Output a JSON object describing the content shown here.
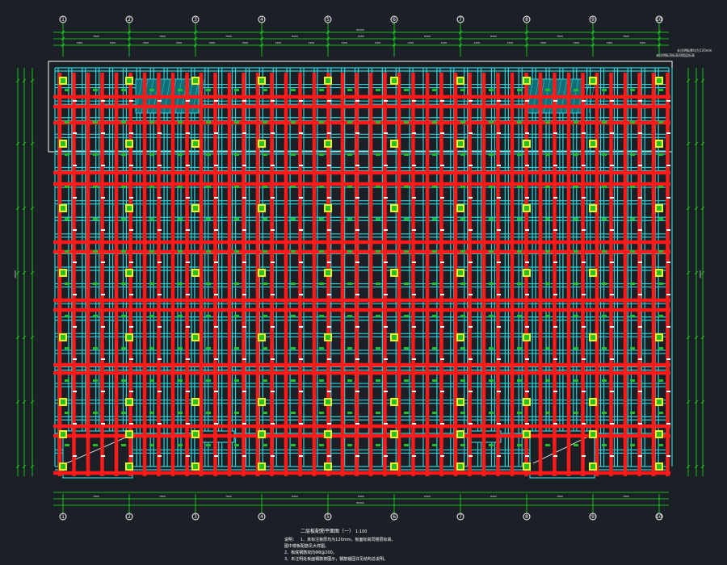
{
  "drawing": {
    "title": "二层板配筋平面图（一）",
    "scale": "1:100",
    "notes_heading": "说明：",
    "notes": [
      "1、未标注板厚均为120mm，板面标高同楼层标高。",
      "图中楼板配筋见大样图。",
      "2、板底钢筋双向Φ8@200。",
      "3、未注明处板面钢筋按图示，钢筋锚固详见结构总说明。"
    ],
    "axes_x": [
      "1",
      "2",
      "3",
      "4",
      "5",
      "6",
      "7",
      "8",
      "9",
      "10"
    ],
    "top_dims_total": "80400",
    "top_dims": [
      "7800",
      "7800",
      "7800",
      "8400",
      "8400",
      "8400",
      "8400",
      "7800",
      "7800"
    ],
    "top_dims_sub": [
      "3900",
      "3900",
      "3900",
      "3900",
      "3900",
      "3900",
      "4200",
      "4200",
      "4200",
      "4200",
      "4200",
      "4200",
      "4200",
      "4200",
      "3900",
      "3900",
      "3900",
      "3900"
    ],
    "bottom_dims_total": "80400",
    "bottom_dims": [
      "7800",
      "7800",
      "7800",
      "8400",
      "8400",
      "8400",
      "8400",
      "7800",
      "7800"
    ],
    "right_note": [
      "未注明板厚均为120mm",
      "未注明板顶标高同楼层标高"
    ],
    "left_dim_total": "48000",
    "right_dim_total": "48000"
  },
  "colors": {
    "background": "#1b2027",
    "axis": "#ffffff",
    "dimension": "#19e619",
    "beam": "#29d4d9",
    "rebar": "#ff1a1a",
    "column": "#f5f51c"
  }
}
